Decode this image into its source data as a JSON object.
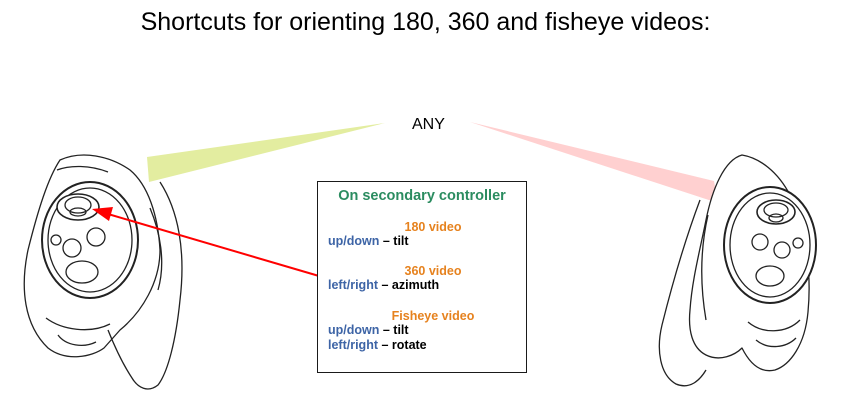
{
  "title": "Shortcuts for orienting 180, 360 and fisheye videos:",
  "any_label": "ANY",
  "infobox": {
    "title": "On secondary controller",
    "sections": [
      {
        "title": "180 video",
        "lines": [
          {
            "key": "up/down",
            "sep": " – ",
            "action": "tilt"
          }
        ]
      },
      {
        "title": "360 video",
        "lines": [
          {
            "key": "left/right",
            "sep": " – ",
            "action": "azimuth"
          }
        ]
      },
      {
        "title": "Fisheye video",
        "lines": [
          {
            "key": "up/down",
            "sep": " – ",
            "action": "tilt"
          },
          {
            "key": "left/right",
            "sep": " – ",
            "action": "rotate"
          }
        ]
      }
    ]
  },
  "colors": {
    "box_title": "#2b8c60",
    "section_title": "#e6821e",
    "key": "#3d64a6",
    "arrow": "#ff0000",
    "left_beam": "#e3eda0",
    "right_beam": "#ffd0d0"
  }
}
